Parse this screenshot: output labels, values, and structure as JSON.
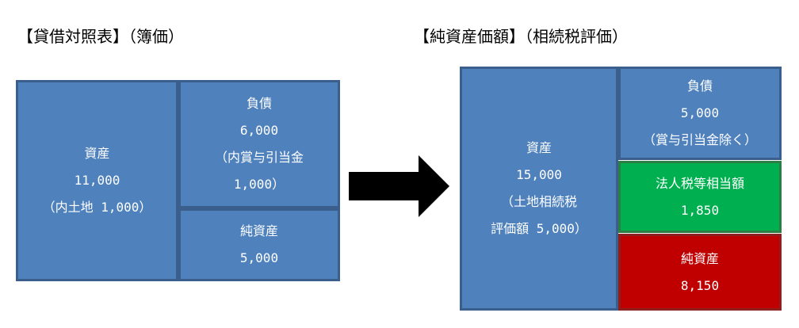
{
  "left": {
    "title": "【貸借対照表】（簿価）",
    "assets": {
      "label": "資産",
      "amount": "11,000",
      "note": "（内土地 1,000）"
    },
    "liabilities": {
      "label": "負債",
      "amount": "6,000",
      "note_line1": "（内賞与引当金",
      "note_line2": "1,000）"
    },
    "net_assets": {
      "label": "純資産",
      "amount": "5,000"
    }
  },
  "right": {
    "title": "【純資産価額】（相続税評価）",
    "assets": {
      "label": "資産",
      "amount": "15,000",
      "note_line1": "（土地相続税",
      "note_line2": "評価額 5,000）"
    },
    "liabilities": {
      "label": "負債",
      "amount": "5,000",
      "note": "（賞与引当金除く）"
    },
    "tax": {
      "label": "法人税等相当額",
      "amount": "1,850"
    },
    "net_assets": {
      "label": "純資産",
      "amount": "8,150"
    }
  },
  "colors": {
    "blue": "#4f81bd",
    "blue_border": "#3a5f8c",
    "green": "#00b050",
    "green_border": "#2d7d46",
    "red": "#c00000",
    "red_border": "#8e1f1f",
    "arrow": "#000000"
  }
}
